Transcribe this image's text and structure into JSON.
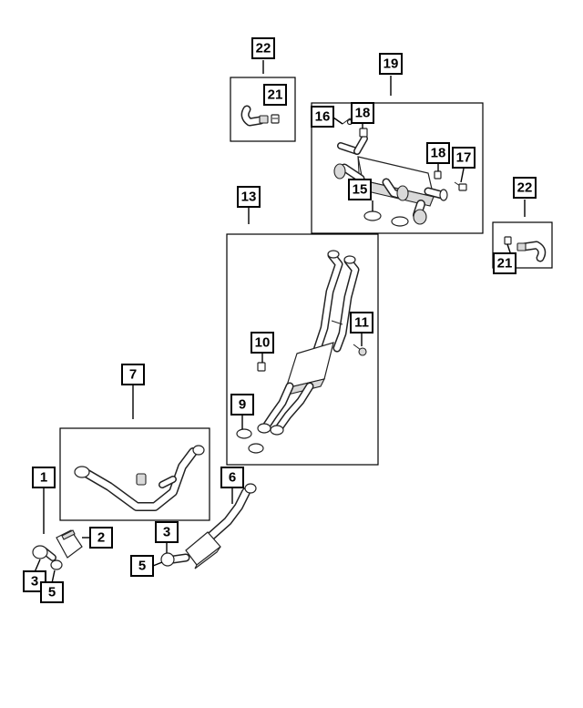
{
  "callouts": {
    "c1": "1",
    "c2": "2",
    "c3a": "3",
    "c3b": "3",
    "c5a": "5",
    "c5b": "5",
    "c6": "6",
    "c7": "7",
    "c9": "9",
    "c10": "10",
    "c11": "11",
    "c13": "13",
    "c15": "15",
    "c16": "16",
    "c17": "17",
    "c18a": "18",
    "c18b": "18",
    "c19": "19",
    "c21a": "21",
    "c21b": "21",
    "c22a": "22",
    "c22b": "22"
  },
  "colors": {
    "line": "#000000",
    "part_shade": "#d9d9d9",
    "background": "#ffffff"
  }
}
